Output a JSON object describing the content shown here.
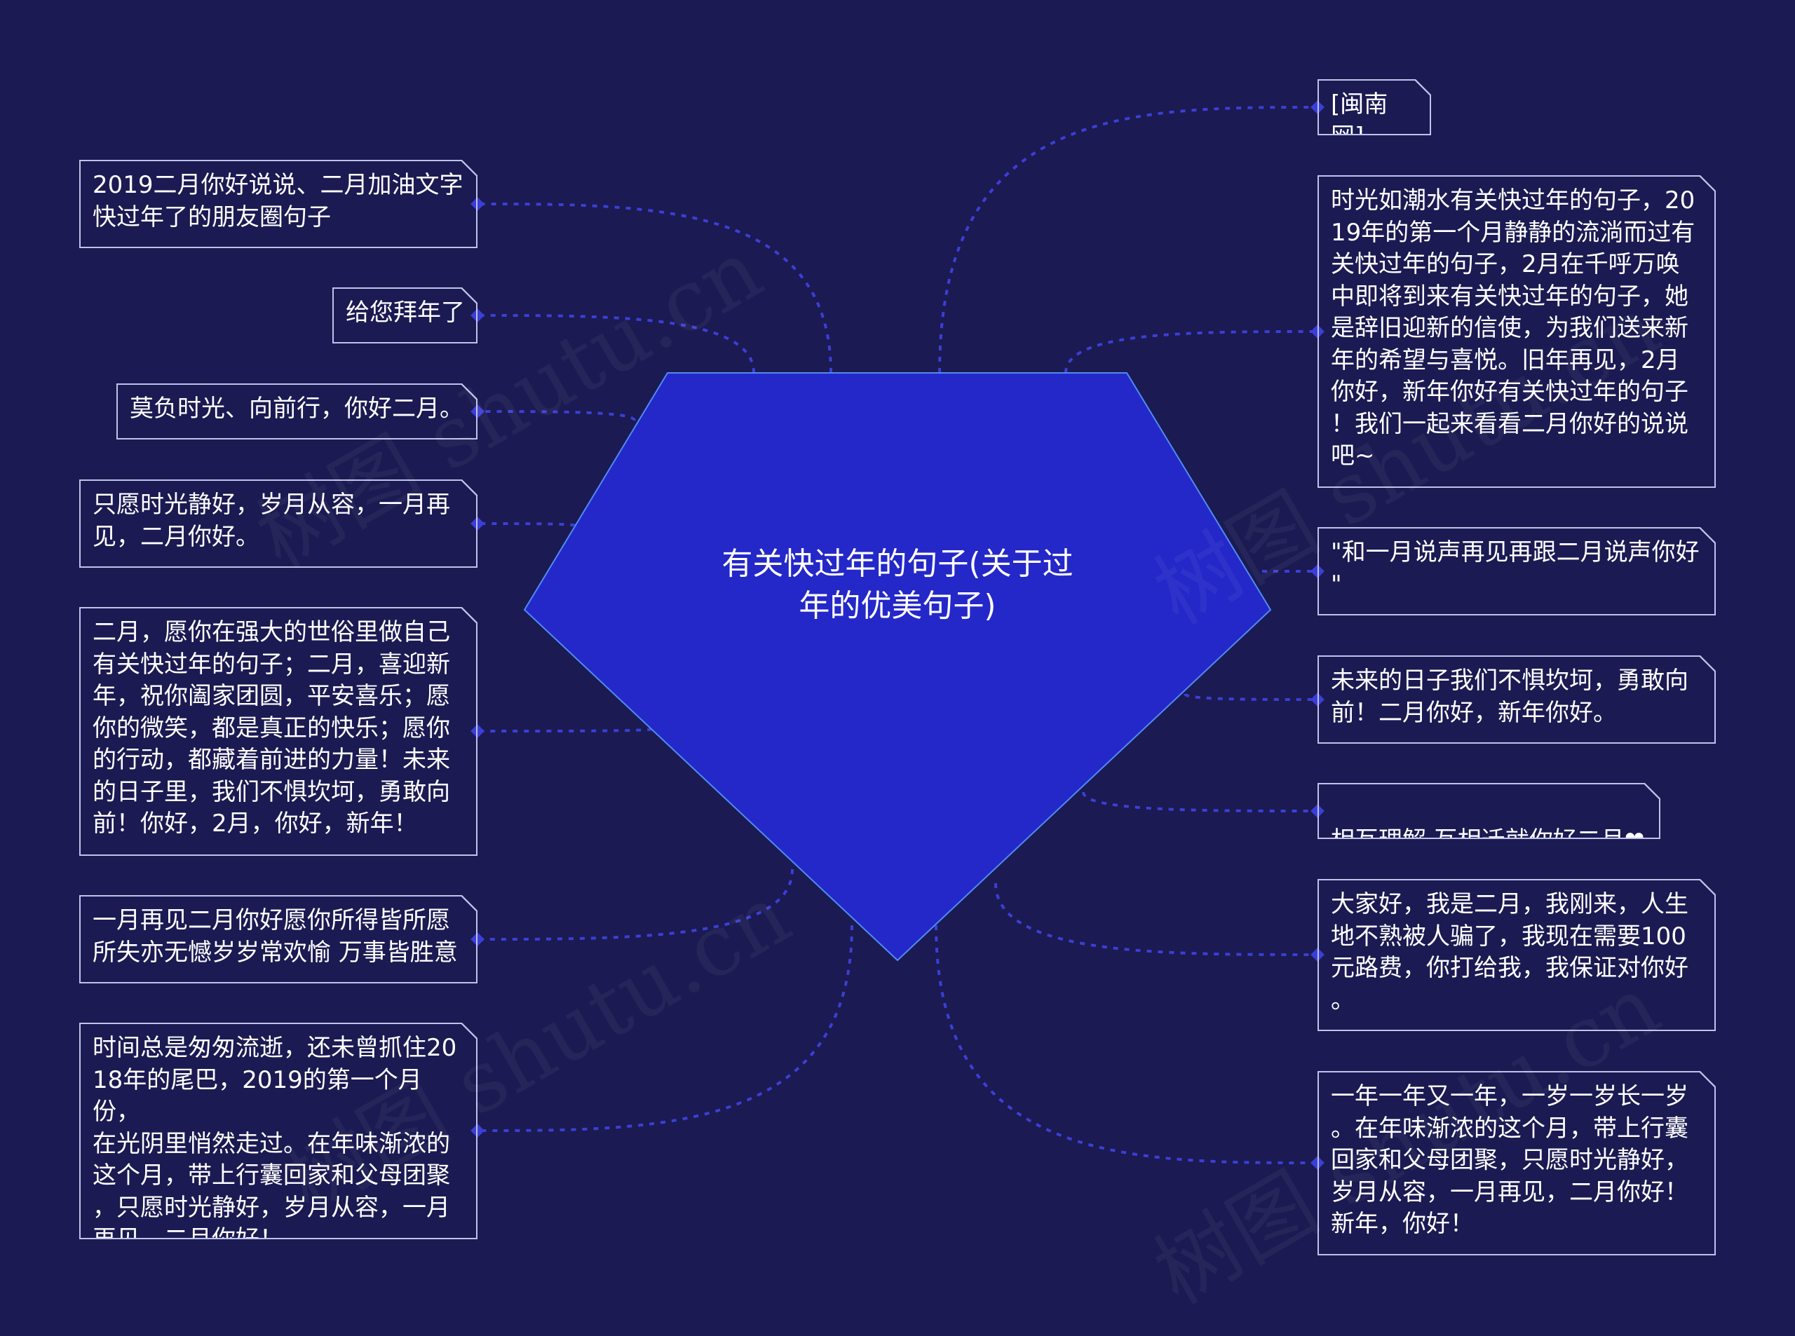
{
  "title": "有关快过年的句子(关于过\n年的优美句子)",
  "colors": {
    "background": "#1b1a52",
    "center_fill": "#2428c8",
    "center_stroke": "#4f8bf5",
    "link": "#3b3fd6",
    "box_border": "#bfc3ea"
  },
  "left_topics": [
    "2019二月你好说说、二月加油文字\n 快过年了的朋友圈句子",
    "给您拜年了",
    "莫负时光、向前行，你好二月。",
    "只愿时光静好，岁月从容，一月再\n见，二月你好。",
    "二月，愿你在强大的世俗里做自己\n有关快过年的句子；二月，喜迎新\n年，祝你阖家团圆，平安喜乐；愿\n你的微笑，都是真正的快乐；愿你\n的行动，都藏着前进的力量！未来\n的日子里，我们不惧坎坷，勇敢向\n前！你好，2月，你好，新年！",
    "一月再见二月你好愿你所得皆所愿\n所失亦无憾岁岁常欢愉 万事皆胜意",
    "时间总是匆匆流逝，还未曾抓住20\n18年的尾巴，2019的第一个月份，\n在光阴里悄然走过。在年味渐浓的\n这个月，带上行囊回家和父母团聚\n，只愿时光静好，岁月从容，一月\n再见，二月你好！"
  ],
  "right_topics": [
    "[闽南网]",
    "时光如潮水有关快过年的句子，20\n19年的第一个月静静的流淌而过有\n关快过年的句子，2月在千呼万唤\n中即将到来有关快过年的句子，她\n是辞旧迎新的信使，为我们送来新\n年的希望与喜悦。旧年再见，2月\n你好，新年你好有关快过年的句子\n！我们一起来看看二月你好的说说\n吧~",
    "\"和一月说声再见再跟二月说声你好\n\"",
    "未来的日子我们不惧坎坷，勇敢向\n前！二月你好，新年你好。",
    "相互理解 互相迁就你好二月",
    "大家好，我是二月，我刚来，人生\n地不熟被人骗了，我现在需要100\n元路费，你打给我，我保证对你好\n。",
    "一年一年又一年，一岁一岁长一岁\n。在年味渐浓的这个月，带上行囊\n回家和父母团聚，只愿时光静好，\n岁月从容，一月再见，二月你好！\n新年，你好！"
  ],
  "icons": {
    "heart": "heart-icon"
  },
  "watermark": "树图 shutu.cn"
}
